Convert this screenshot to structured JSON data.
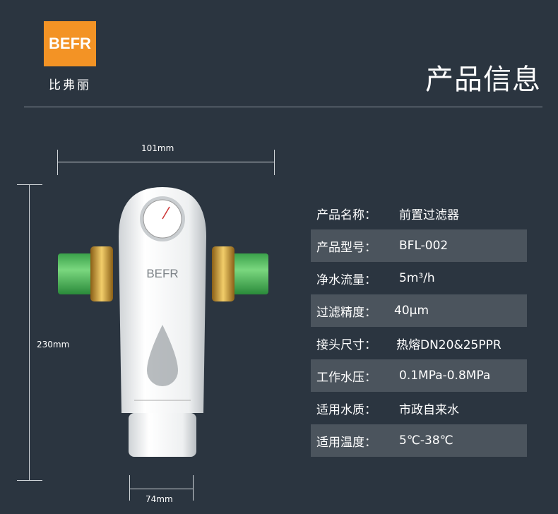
{
  "brand": {
    "logo_text": "BEFR",
    "name_cn": "比弗丽"
  },
  "title": "产品信息",
  "dimensions": {
    "width_top": "101mm",
    "height": "230mm",
    "width_bottom": "74mm"
  },
  "product_label": "BEFR",
  "specs": [
    {
      "label": "产品名称：",
      "value": "前置过滤器"
    },
    {
      "label": "产品型号：",
      "value": "BFL-002"
    },
    {
      "label": "净水流量：",
      "value": "5m³/h"
    },
    {
      "label": "过滤精度：",
      "value": "40μm"
    },
    {
      "label": "接头尺寸：",
      "value": "热熔DN20&25PPR"
    },
    {
      "label": "工作水压：",
      "value": "0.1MPa-0.8MPa"
    },
    {
      "label": "适用水质：",
      "value": "市政自来水"
    },
    {
      "label": "适用温度：",
      "value": "5℃-38℃"
    }
  ],
  "colors": {
    "background": "#2b3540",
    "accent": "#f39325",
    "row_highlight": "#4b545d"
  }
}
